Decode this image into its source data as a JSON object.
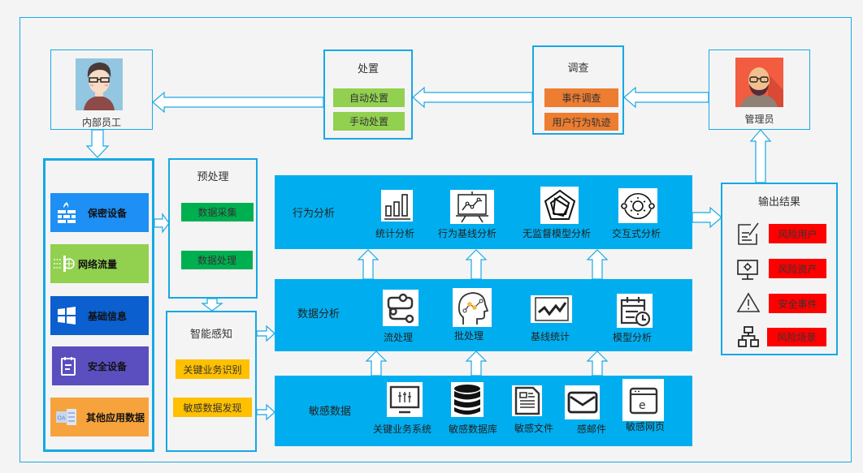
{
  "employee": {
    "label": "内部员工",
    "avatar_icon": "employee-avatar"
  },
  "admin": {
    "label": "管理员",
    "avatar_icon": "admin-avatar"
  },
  "disposal": {
    "title": "处置",
    "items": [
      "自动处置",
      "手动处置"
    ],
    "color": "#92d050"
  },
  "investigation": {
    "title": "调查",
    "items": [
      "事件调查",
      "用户行为轨迹"
    ],
    "color": "#ed7d31"
  },
  "sources": {
    "items": [
      {
        "label": "保密设备",
        "icon": "firewall-icon",
        "color": "#1e8ff5"
      },
      {
        "label": "网络流量",
        "icon": "network-traffic-icon",
        "color": "#92d050"
      },
      {
        "label": "基础信息",
        "icon": "windows-icon",
        "color": "#0b5fcf"
      },
      {
        "label": "安全设备",
        "icon": "clipboard-icon",
        "color": "#5b4fbf"
      },
      {
        "label": "其他应用数据",
        "icon": "oa-icon",
        "color": "#f6a33d"
      }
    ]
  },
  "preprocess": {
    "title": "预处理",
    "items": [
      "数据采集",
      "数据处理"
    ],
    "color": "#00b050"
  },
  "perception": {
    "title": "智能感知",
    "items": [
      "关键业务识别",
      "敏感数据发现"
    ],
    "color": "#ffc000"
  },
  "layers": {
    "behavior": {
      "label": "行为分析",
      "items": [
        {
          "label": "统计分析",
          "icon": "bar-chart-icon"
        },
        {
          "label": "行为基线分析",
          "icon": "presentation-chart-icon"
        },
        {
          "label": "无监督模型分析",
          "icon": "radar-pentagon-icon"
        },
        {
          "label": "交互式分析",
          "icon": "interactive-orbit-icon"
        }
      ]
    },
    "data": {
      "label": "数据分析",
      "items": [
        {
          "label": "流处理",
          "icon": "flow-process-icon"
        },
        {
          "label": "批处理",
          "icon": "head-brain-icon"
        },
        {
          "label": "基线统计",
          "icon": "line-trend-icon"
        },
        {
          "label": "模型分析",
          "icon": "calendar-clock-icon"
        }
      ]
    },
    "sensitive": {
      "label": "敏感数据",
      "items": [
        {
          "label": "关键业务系统",
          "icon": "monitor-sliders-icon"
        },
        {
          "label": "敏感数据库",
          "icon": "database-icon"
        },
        {
          "label": "敏感文件",
          "icon": "document-icon"
        },
        {
          "label": "感邮件",
          "icon": "mail-icon"
        },
        {
          "label": "敏感网页",
          "icon": "browser-icon"
        }
      ]
    },
    "color": "#00aeef"
  },
  "output": {
    "title": "输出结果",
    "items": [
      {
        "label": "风险用户",
        "icon": "edit-note-icon"
      },
      {
        "label": "风险资产",
        "icon": "monitor-gear-icon"
      },
      {
        "label": "安全事件",
        "icon": "warning-icon"
      },
      {
        "label": "风险场景",
        "icon": "hierarchy-icon"
      }
    ],
    "color": "#ff0000"
  }
}
